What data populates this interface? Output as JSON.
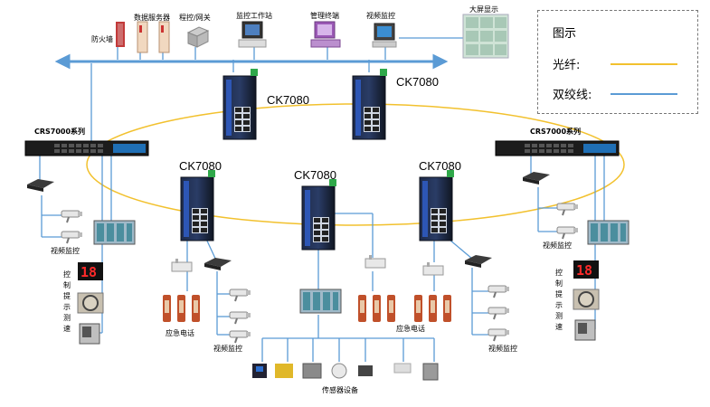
{
  "top_devices": [
    "防火墙",
    "数据服务器",
    "程控/网关",
    "监控工作站",
    "管理终端",
    "视频监控",
    "大屏显示"
  ],
  "switch_model": "CK7080",
  "crs_label": "CRS7000系列",
  "left_group": {
    "video": "视频监控",
    "sign_chars": [
      "控",
      "制",
      "提",
      "示",
      "测",
      "速"
    ],
    "display_digits": "18"
  },
  "right_group": {
    "video": "视频监控",
    "sign_chars": [
      "控",
      "制",
      "提",
      "示",
      "测",
      "速"
    ],
    "display_digits": "18"
  },
  "emergency_phone": "应急电话",
  "video_monitor": "视频监控",
  "sensor_devices": "传感器设备",
  "legend": {
    "title": "图示",
    "fiber": "光纤:",
    "twisted_pair": "双绞线:",
    "fiber_color": "#f2c12e",
    "twisted_color": "#5b9bd5"
  }
}
